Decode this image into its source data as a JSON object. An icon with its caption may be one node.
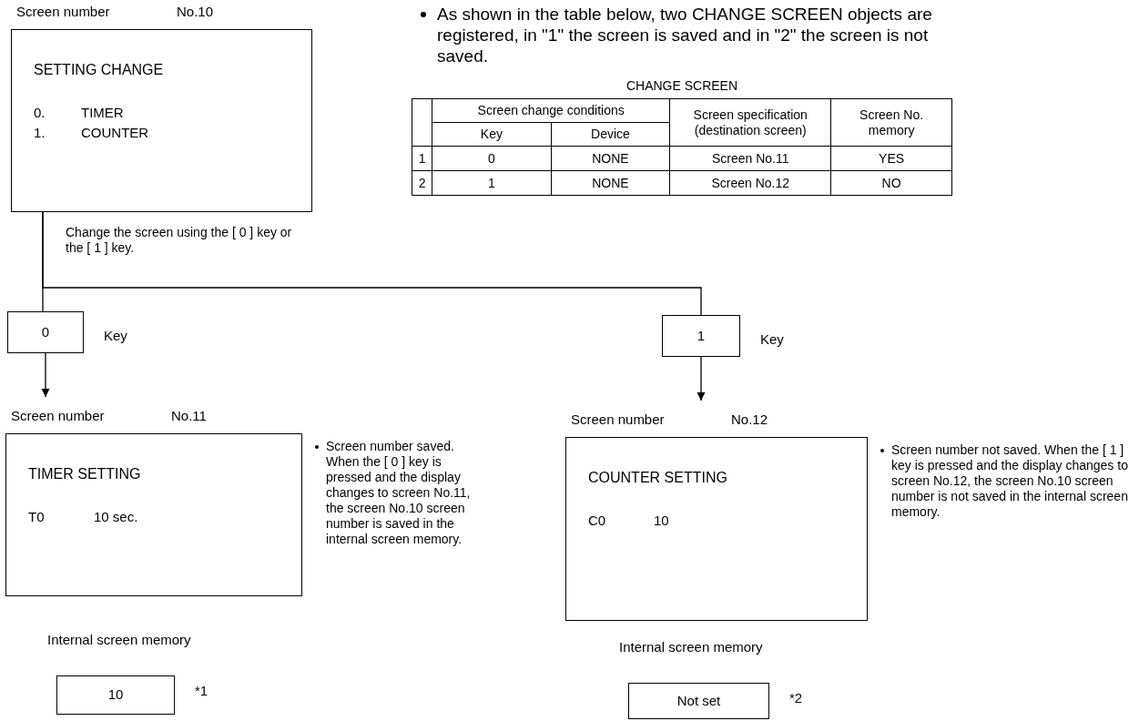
{
  "diagram": {
    "nodes": [
      {
        "text": [
          "Screen number",
          "No.10",
          "SETTING CHANGE",
          "0.",
          "TIMER",
          "1.",
          "COUNTER"
        ]
      },
      {
        "text": [
          "0"
        ],
        "beside": [
          "Key"
        ]
      },
      {
        "text": [
          "1"
        ],
        "beside": [
          "Key"
        ]
      },
      {
        "text": [
          "Screen number",
          "No.11",
          "TIMER SETTING",
          "T0",
          "10 sec."
        ],
        "beside": [
          "Screen number saved. When the [ 0 ] key is pressed and the display changes to screen No.11, the screen No.10 screen number is saved in the internal screen memory."
        ]
      },
      {
        "text": [
          "Screen number",
          "No.12",
          "COUNTER SETTING",
          "C0",
          "10"
        ],
        "beside": [
          "Screen number not saved. When the [ 1 ] key is pressed and the display changes to screen No.12, the screen No.10 screen number is not saved in the internal screen memory."
        ]
      },
      {
        "text": [
          "10"
        ],
        "beside": [
          "Internal screen memory",
          "*1"
        ]
      },
      {
        "text": [
          "Not set"
        ],
        "beside": [
          "Internal screen memory",
          "*2"
        ]
      }
    ],
    "edges": [
      {
        "from": 0,
        "to": 1,
        "arrow": "none",
        "label": "Change the screen using the [ 0 ] key or the [ 1 ] key."
      },
      {
        "from": 0,
        "to": 2,
        "arrow": "none"
      },
      {
        "from": 1,
        "to": 3,
        "arrow": "to"
      },
      {
        "from": 2,
        "to": 4,
        "arrow": "to"
      }
    ],
    "labels": [
      "As shown in the table below, two CHANGE SCREEN objects are registered, in \"1\" the screen is saved and in \"2\" the screen is not saved.",
      "CHANGE SCREEN",
      "Screen change conditions",
      "Screen specification (destination screen)",
      "Screen No. memory",
      "Key",
      "Device",
      "1",
      "0",
      "NONE",
      "Screen No.11",
      "YES",
      "2",
      "1",
      "NONE",
      "Screen No.12",
      "NO"
    ]
  }
}
